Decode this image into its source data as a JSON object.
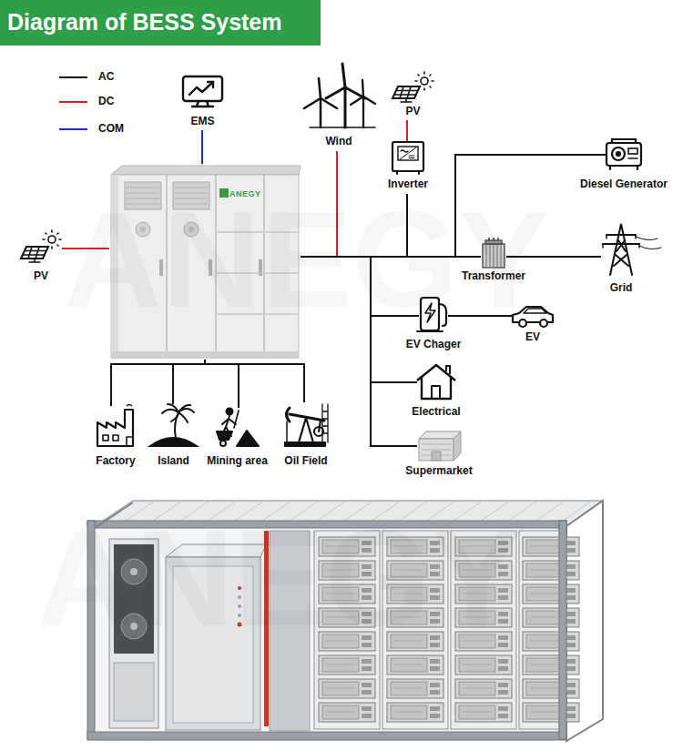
{
  "diagram": {
    "title": "Diagram of BESS System",
    "nodes": [
      {
        "text": [
          "EMS"
        ]
      },
      {
        "text": [
          "Wind"
        ]
      },
      {
        "text": [
          "PV"
        ]
      },
      {
        "text": [
          "Inverter"
        ]
      },
      {
        "text": [
          "Diesel Generator"
        ]
      },
      {
        "text": [
          "PV"
        ]
      },
      {
        "text": [
          "ANEGY"
        ]
      },
      {
        "text": [
          "Transformer"
        ]
      },
      {
        "text": [
          "Grid"
        ]
      },
      {
        "text": [
          "EV Chager"
        ]
      },
      {
        "text": [
          "EV"
        ]
      },
      {
        "text": [
          "Electrical"
        ]
      },
      {
        "text": [
          "Factory"
        ]
      },
      {
        "text": [
          "Island"
        ]
      },
      {
        "text": [
          "Mining area"
        ]
      },
      {
        "text": [
          "Oil Field"
        ]
      },
      {
        "text": [
          "Supermarket"
        ]
      }
    ],
    "edges": [
      {
        "from": 6,
        "to": 1,
        "arrow": "none"
      },
      {
        "from": 2,
        "to": 3,
        "arrow": "none"
      },
      {
        "from": 6,
        "to": 3,
        "arrow": "none"
      },
      {
        "from": 6,
        "to": 4,
        "arrow": "none"
      },
      {
        "from": 6,
        "to": 7,
        "arrow": "none"
      },
      {
        "from": 7,
        "to": 8,
        "arrow": "none"
      },
      {
        "from": 6,
        "to": 9,
        "arrow": "none"
      },
      {
        "from": 9,
        "to": 10,
        "arrow": "none"
      },
      {
        "from": 6,
        "to": 11,
        "arrow": "none"
      },
      {
        "from": 6,
        "to": 16,
        "arrow": "none"
      },
      {
        "from": 0,
        "to": 6,
        "arrow": "none"
      },
      {
        "from": 5,
        "to": 6,
        "arrow": "none"
      },
      {
        "from": 6,
        "to": 12,
        "arrow": "none"
      },
      {
        "from": 6,
        "to": 13,
        "arrow": "none"
      },
      {
        "from": 6,
        "to": 14,
        "arrow": "none"
      },
      {
        "from": 6,
        "to": 15,
        "arrow": "none"
      }
    ],
    "labels": [
      "ANEGY",
      "ANEGY"
    ],
    "legend": [
      {
        "text": "AC"
      },
      {
        "text": "DC"
      },
      {
        "text": "COM"
      }
    ]
  }
}
